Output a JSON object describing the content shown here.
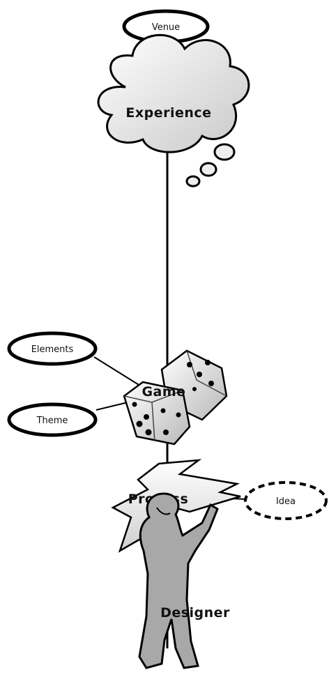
{
  "nodes": {
    "venue": "Venue",
    "experience": "Experience",
    "elements": "Elements",
    "game": "Game",
    "theme": "Theme",
    "process": "Process",
    "idea": "Idea",
    "designer": "Designer"
  }
}
